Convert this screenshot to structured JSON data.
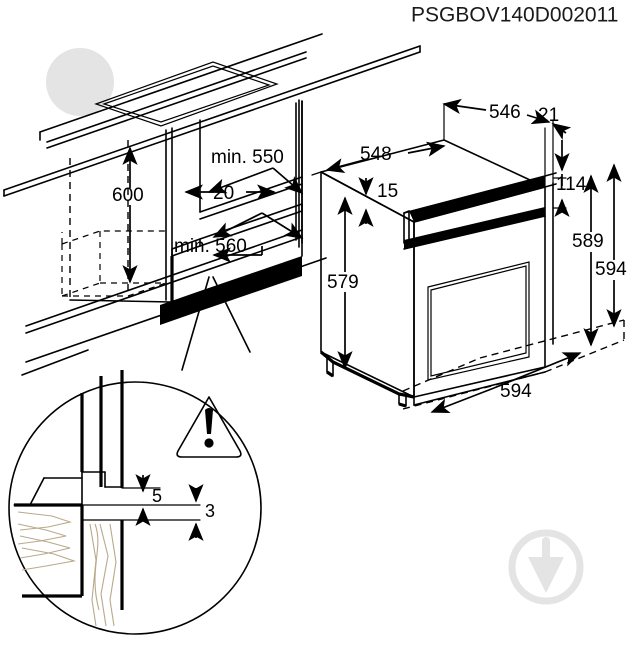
{
  "document": {
    "title": "PSGBOV140D002011",
    "type": "technical-installation-drawing",
    "subject": "Built-in oven cabinet installation dimensions"
  },
  "dimensions": {
    "niche_height": "600",
    "niche_depth_min": "min. 550",
    "niche_gap": "20",
    "niche_width_min": "min. 560",
    "oven_top_depth": "546",
    "oven_trim_overhang": "21",
    "oven_body_width": "548",
    "oven_top_offset": "15",
    "oven_body_height": "579",
    "oven_front_top": "114",
    "oven_front_height": "589",
    "oven_total_height": "594",
    "oven_total_width": "594"
  },
  "detail_inset": {
    "label_upper": "5",
    "label_lower": "3",
    "warning_icon": "warning-triangle-icon"
  },
  "watermarks": {
    "top_left": "trowel-circle-watermark",
    "bottom_right": "trowel-circle-watermark"
  },
  "colors": {
    "line": "#000000",
    "background": "#ffffff",
    "watermark": "#e4e4e4",
    "wood_grain": "#b9a98c"
  }
}
